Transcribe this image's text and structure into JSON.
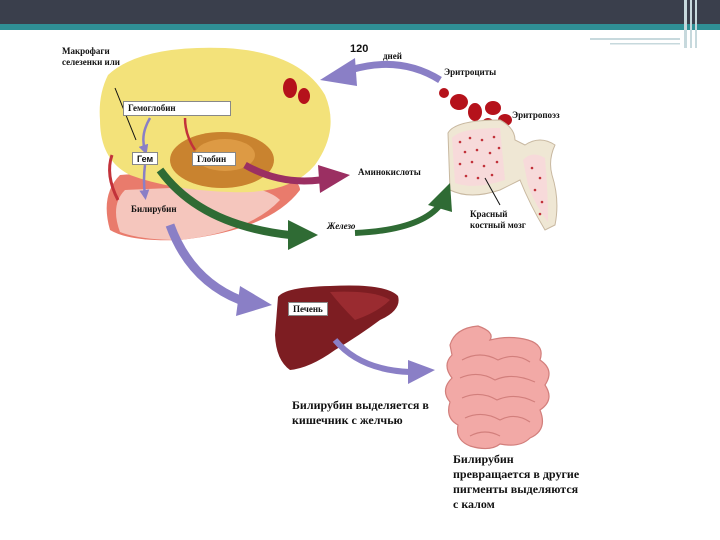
{
  "labels": {
    "macrophages": "Макрофаги\nселезенки или",
    "hemoglobin": "Гемоглобин",
    "heme": "Гем",
    "globin": "Глобин",
    "bilirubin": "Билирубин",
    "days_number": "120",
    "days_word": "дней",
    "erythrocytes": "Эритроциты",
    "erythropoiesis": "Эритропоэз",
    "amino_acids": "Аминокислоты",
    "iron": "Железо",
    "bone_marrow": "Красный\nкостный мозг",
    "liver": "Печень",
    "bilirubin_bile": "Билирубин выделяется в\nкишечник с желчью",
    "bilirubin_pigments": "Билирубин\nпревращается в другие\nпигменты выделяются\nс калом"
  },
  "colors": {
    "header": "#3a3f4c",
    "accent": "#2f8f95",
    "spleen": "#f3e27a",
    "globin": "#c9832f",
    "liver": "#7d1d22",
    "intestine": "#f2a9a6",
    "arrow_purple": "#8a7fc6",
    "arrow_green": "#2f6b34",
    "arrow_magenta": "#9b2f62",
    "blood_cell": "#b5121b"
  }
}
